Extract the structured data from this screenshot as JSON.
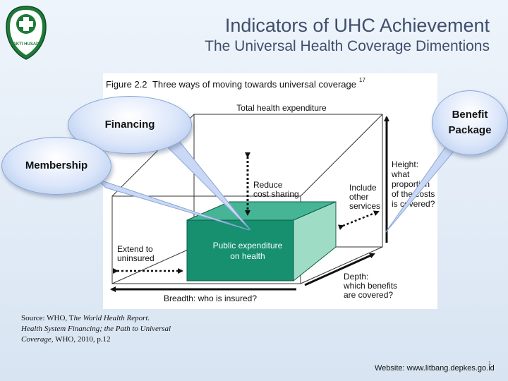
{
  "header": {
    "title": "Indicators of UHC Achievement",
    "subtitle": "The Universal Health Coverage Dimentions"
  },
  "logo": {
    "text": "BAKTI HUSADA",
    "color": "#1f7a3a"
  },
  "figure": {
    "caption_label": "Figure 2.2",
    "caption_text": "Three ways of moving towards universal coverage",
    "caption_superscript": "17",
    "top_label": "Total health expenditure",
    "reduce_label_1": "Reduce",
    "reduce_label_2": "cost sharing",
    "include_label_1": "Include",
    "include_label_2": "other",
    "include_label_3": "services",
    "height_label_1": "Height:",
    "height_label_2": "what",
    "height_label_3": "proportion",
    "height_label_4": "of the costs",
    "height_label_5": "is covered?",
    "public_label_1": "Public expenditure",
    "public_label_2": "on health",
    "extend_label_1": "Extend to",
    "extend_label_2": "uninsured",
    "depth_label_1": "Depth:",
    "depth_label_2": "which benefits",
    "depth_label_3": "are covered?",
    "breadth_label": "Breadth: who is insured?",
    "box_color": "#16906f",
    "box_top_color": "#46b596",
    "box_side_color": "#9fdcc6"
  },
  "callouts": {
    "financing": "Financing",
    "membership": "Membership",
    "benefit_1": "Benefit",
    "benefit_2": "Package"
  },
  "source": {
    "prefix": "Source: WHO, T",
    "italic_1": "he World Health Report.",
    "italic_2": "Health System Financing; the Path to Universal",
    "italic_3": "Coverage",
    "suffix": ", WHO, 2010, p.12"
  },
  "footer": {
    "website": "Website: www.litbang.depkes.go.id",
    "page_number": "1"
  }
}
